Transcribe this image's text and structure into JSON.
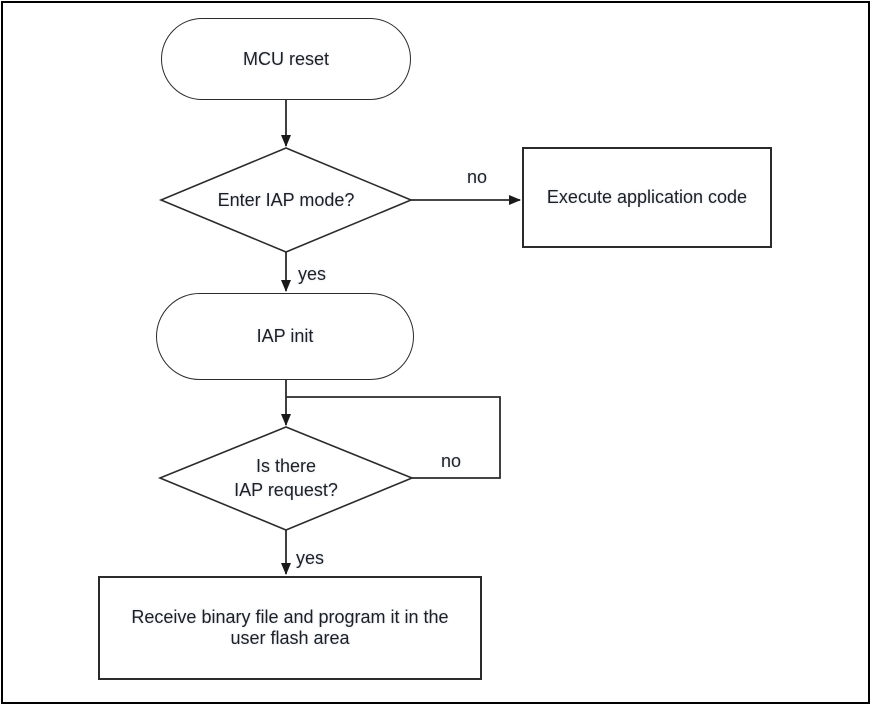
{
  "diagram": {
    "nodes": {
      "start": {
        "label": "MCU reset"
      },
      "decision_enter_iap": {
        "label": "Enter IAP mode?"
      },
      "execute_app": {
        "label": "Execute application code"
      },
      "iap_init": {
        "label": "IAP init"
      },
      "decision_iap_request": {
        "label": "Is there\nIAP request?"
      },
      "receive_program": {
        "label": "Receive binary file and program it in the\nuser flash area"
      }
    },
    "edge_labels": {
      "enter_iap_no": "no",
      "enter_iap_yes": "yes",
      "iap_request_no": "no",
      "iap_request_yes": "yes"
    },
    "colors": {
      "stroke": "#2b2b2b",
      "shape_fill": "#ffffff",
      "text": "#1f1f1f",
      "page_border": "#000000"
    }
  }
}
